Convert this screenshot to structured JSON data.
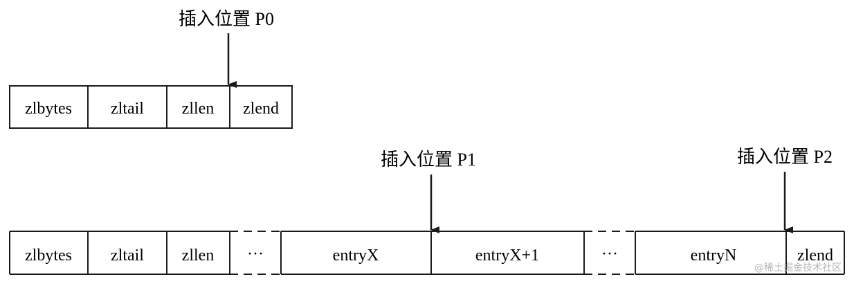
{
  "diagram": {
    "row1": {
      "cells": [
        "zlbytes",
        "zltail",
        "zllen",
        "zlend"
      ],
      "pointer": {
        "label": "插入位置 P0"
      }
    },
    "row2": {
      "cells": [
        "zlbytes",
        "zltail",
        "zllen",
        "···",
        "entryX",
        "entryX+1",
        "···",
        "entryN",
        "zlend"
      ],
      "pointers": [
        {
          "label": "插入位置 P1"
        },
        {
          "label": "插入位置 P2"
        }
      ]
    }
  },
  "watermark": "@稀土掘金技术社区"
}
